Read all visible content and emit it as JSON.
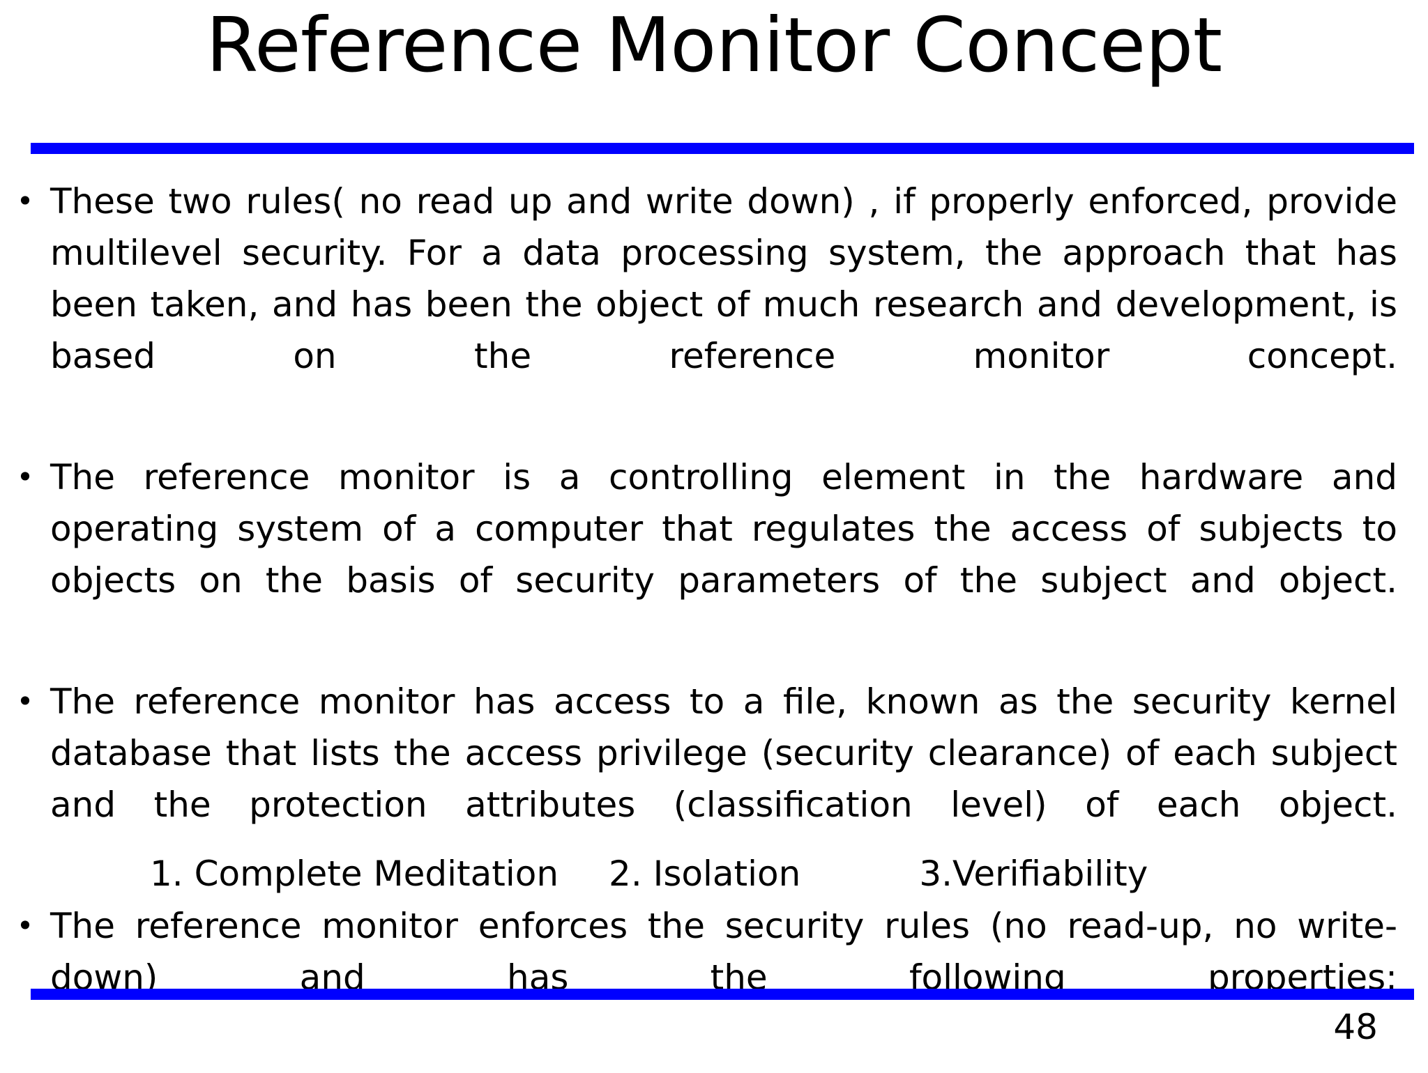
{
  "slide": {
    "title": "Reference Monitor Concept",
    "page_number": "48",
    "accent_color": "#0000FF",
    "text_color": "#000000",
    "background_color": "#FFFFFF",
    "bullet_glyph": "•",
    "divider_top_name": "top-blue-divider",
    "divider_bottom_name": "bottom-blue-divider",
    "bullets": [
      {
        "text": "These two rules( no read up and write down) , if properly enforced, provide multilevel security. For a data processing system, the approach that has been taken, and has been the object of much research and development, is based on the reference monitor concept."
      },
      {
        "text": "The reference monitor is a controlling element in the hardware and operating system of a computer that regulates the access of subjects to objects on the basis of security parameters of the subject and object."
      },
      {
        "text": "The reference monitor has access to a file, known as the security kernel database that lists the access privilege (security clearance) of each subject and the protection attributes (classification level) of each object."
      },
      {
        "text": "The reference monitor enforces the security rules (no read-up, no write-down) and has the following properties:"
      }
    ],
    "sublist": [
      {
        "label": "1.  Complete Meditation"
      },
      {
        "label": "2. Isolation"
      },
      {
        "label": "3.Verifiability"
      }
    ]
  }
}
